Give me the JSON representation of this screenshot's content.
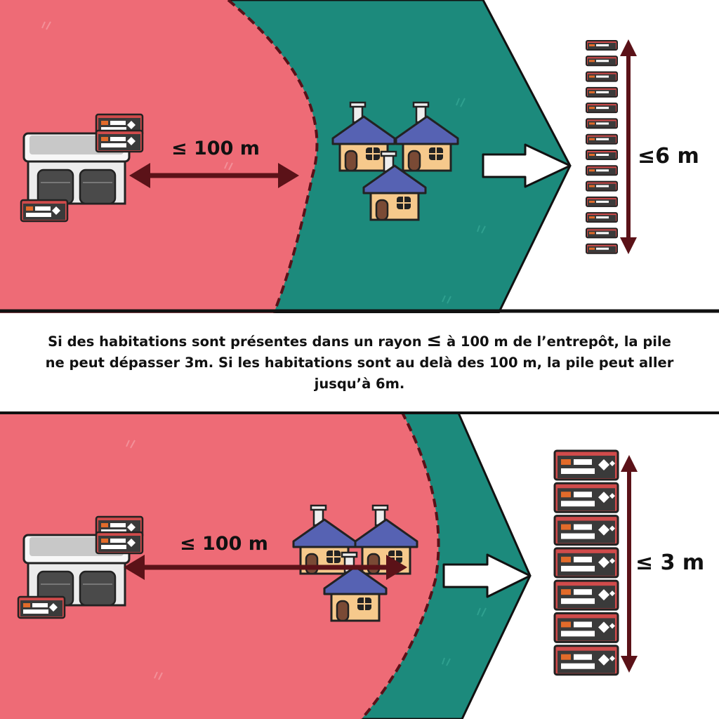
{
  "colors": {
    "zone_red": "#ee6b76",
    "zone_teal": "#1c8a7c",
    "boundary": "#5a1018",
    "arrow_dark": "#5b1218",
    "house_wall": "#f6c98c",
    "house_roof": "#5662b3"
  },
  "caption": {
    "part1": "Si des habitations sont présentes dans un rayon ",
    "symbol": "≤",
    "part2": " à 100 m de l’entrepôt, la pile ne peut dépasser 3m. Si les habitations sont au delà des 100 m, la pile peut aller jusqu’à 6m."
  },
  "top_panel": {
    "distance_label": "≤ 100 m",
    "height_label": "≤6 m",
    "stack_count": 14
  },
  "bottom_panel": {
    "distance_label": "≤ 100 m",
    "height_label": "≤ 3 m",
    "stack_count": 7
  }
}
